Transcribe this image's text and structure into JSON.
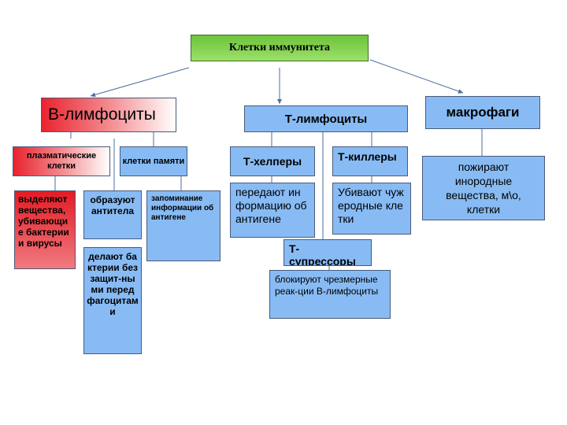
{
  "root": {
    "label": "Клетки иммунитета"
  },
  "b_lymph": {
    "label": "В-лимфоциты",
    "plasma": {
      "label": "плазматические клетки",
      "desc": "выделяют вещества, убивающие бактерии и вирусы"
    },
    "antibodies": {
      "label": "образуют антитела",
      "desc": "делают бактерии беззащит-ными перед фагоцитами"
    },
    "memory": {
      "label": "клетки памяти",
      "desc": "запоминание информации об антигене"
    }
  },
  "t_lymph": {
    "label": "Т-лимфоциты",
    "helpers": {
      "label": "Т-хелперы",
      "desc": "передают информацию об антигене"
    },
    "killers": {
      "label": "Т-киллеры",
      "desc": "Убивают чужеродные клетки"
    },
    "suppressors": {
      "label": "Т-супрессоры",
      "desc": "блокируют чрезмерные реак-ции В-лимфоциты"
    }
  },
  "macro": {
    "label": "макрофаги",
    "desc": "пожирают инородные вещества, м\\о, клетки"
  },
  "colors": {
    "root": "#6dc33a",
    "node": "#88bbf4",
    "b_branch": "#e8232e",
    "line": "#4a6fa0"
  }
}
